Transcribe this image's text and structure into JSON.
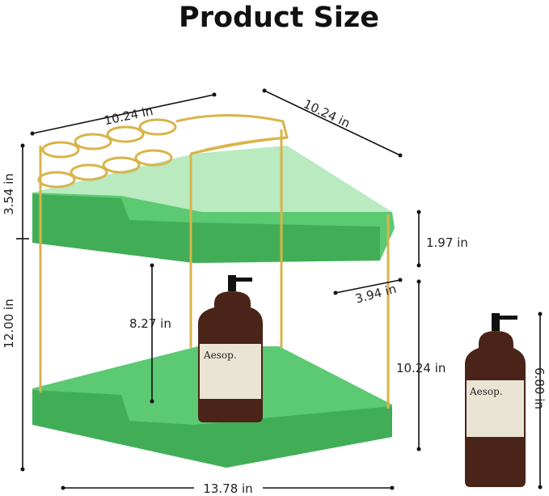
{
  "title": "Product Size",
  "dimensions": {
    "top_left_width": "10.24 in",
    "top_right_width": "10.24 in",
    "top_holder_height": "3.54 in",
    "total_height": "12.00 in",
    "tray_depth": "1.97 in",
    "tray_inner_width": "3.94 in",
    "shelf_gap": "8.27 in",
    "lower_height": "10.24 in",
    "bottle_height": "6.80 in",
    "total_length": "13.78 in"
  },
  "colors": {
    "tray": "#3fbf5a",
    "rod": "#d9b44a",
    "bottle": "#4a2418"
  },
  "product_label": "Aesop."
}
